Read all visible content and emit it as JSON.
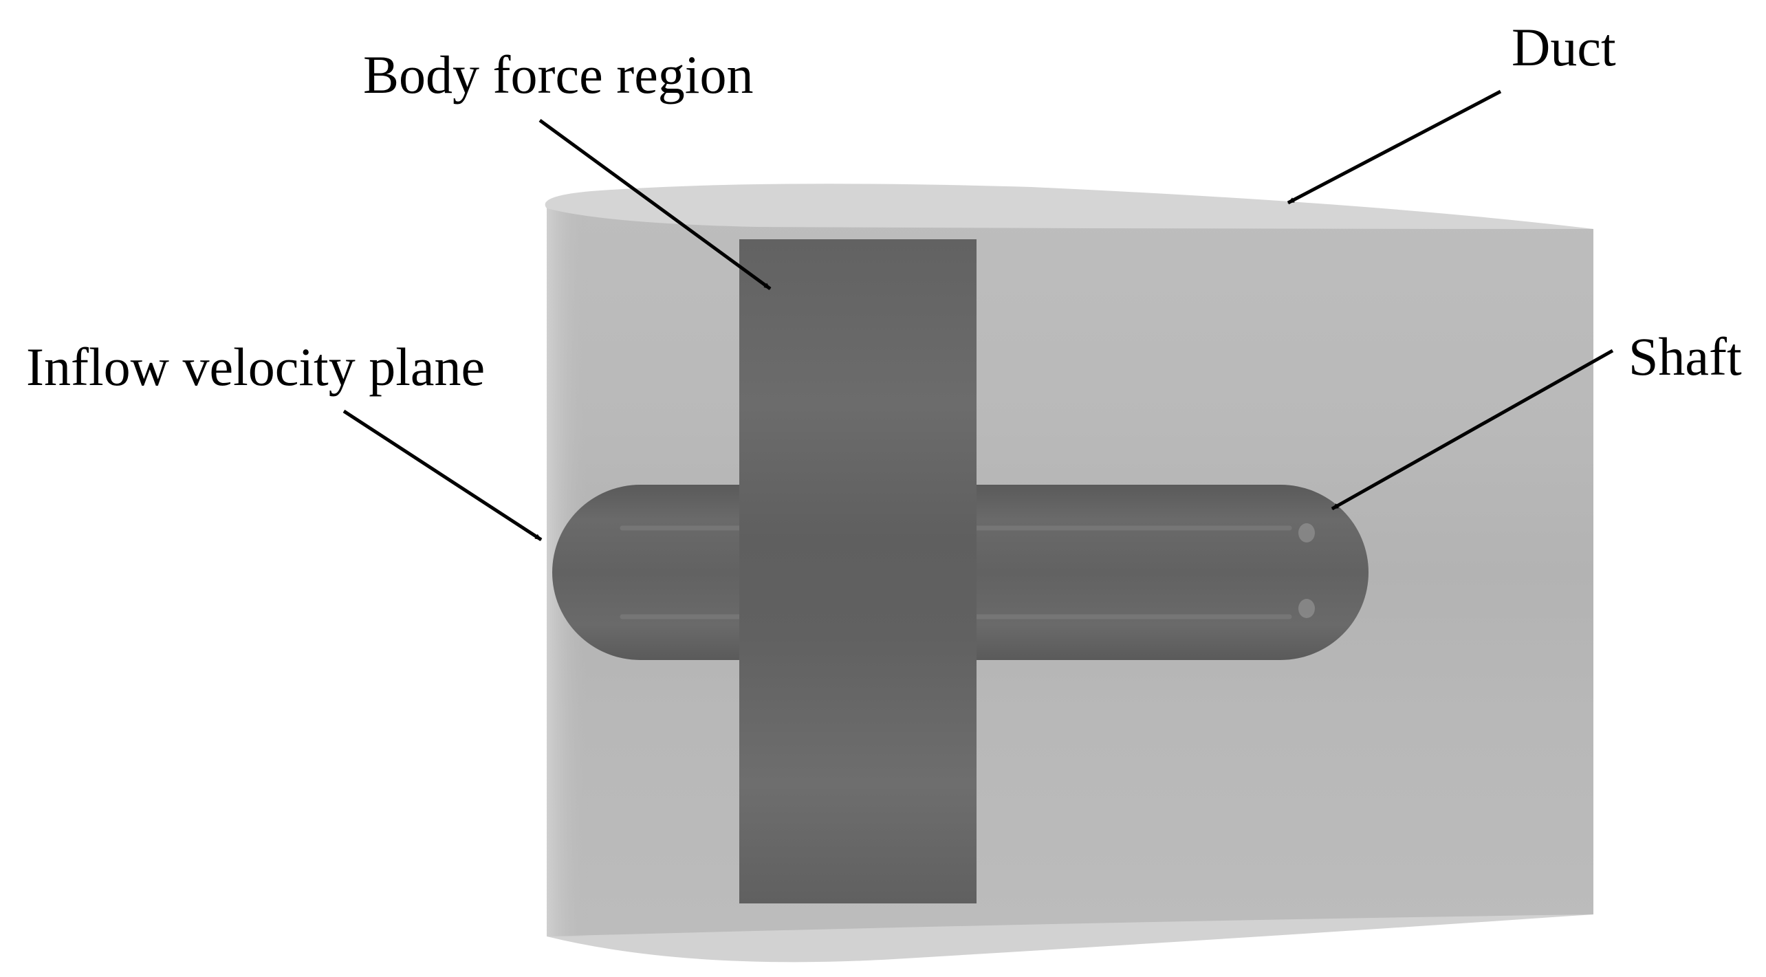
{
  "labels": {
    "duct": "Duct",
    "body_force_region": "Body force region",
    "inflow_velocity_plane": "Inflow velocity plane",
    "shaft": "Shaft"
  },
  "colors": {
    "background": "#ffffff",
    "duct_body": "#b5b5b5",
    "duct_lip": "#d4d4d4",
    "duct_inner_light": "#c4c4c4",
    "body_force_region": "#646464",
    "shaft": "#5e5e5e",
    "shaft_highlight": "#8a8a8a",
    "annotation": "#000000"
  }
}
